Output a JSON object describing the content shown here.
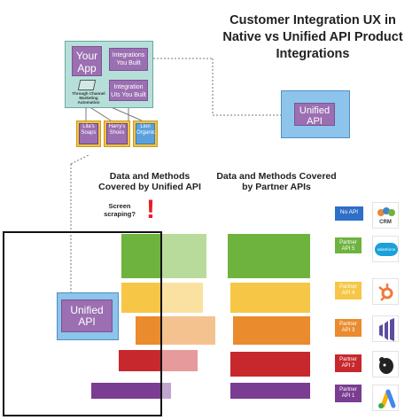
{
  "title": "Customer Integration UX in Native vs Unified API Product Integrations",
  "your_app": "Your App",
  "integrations_built": "Integrations You Built",
  "integrations_user": "Integration UIs You Built",
  "throughchannel": "Through Channel Marketing Automation",
  "customer_apps": [
    "Lila's Soaps",
    "Harry's Shoes",
    "Lion Organic"
  ],
  "unified_api": "Unified API",
  "col_unified": "Data and Methods Covered by Unified API",
  "col_partner": "Data and Methods Covered by Partner APIs",
  "screen_scraping": "Screen scraping?",
  "exclamation": "!",
  "api_tags": [
    "No API",
    "Partner API 5",
    "Partner API 4",
    "Partner API 3",
    "Partner API 2",
    "Partner API 1"
  ],
  "logo_texts": [
    "CRM",
    "salesforce"
  ],
  "colors": {
    "green": "#6fb33f",
    "yellow": "#f6c746",
    "orange": "#ea8b2d",
    "red": "#c7282d",
    "purple": "#7a3d91",
    "blue_tag": "#2f6fc7"
  }
}
